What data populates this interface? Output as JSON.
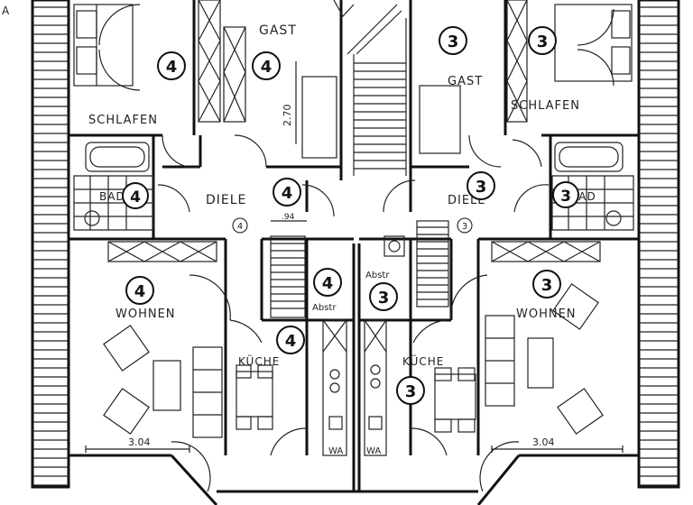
{
  "rooms": {
    "left": {
      "schlafen": "SCHLAFEN",
      "gast": "GAST",
      "bad": "BAD",
      "diele": "DIELE",
      "wohnen": "WOHNEN",
      "kueche": "KÜCHE",
      "abstr": "Abstr",
      "wa": "WA"
    },
    "right": {
      "gast": "GAST",
      "schlafen": "SCHLAFEN",
      "diele": "DIELE",
      "bad": "BAD",
      "wohnen": "WOHNEN",
      "kueche": "KÜCHE",
      "abstr": "Abstr",
      "wa": "WA"
    }
  },
  "badges": {
    "left": "4",
    "right": "3",
    "left_small": "4",
    "right_small": "3"
  },
  "dimensions": {
    "left_width": "3.04",
    "right_width": "3.04",
    "gast_height": "2.70",
    "stair_left": ".94",
    "margin_a": "A"
  }
}
